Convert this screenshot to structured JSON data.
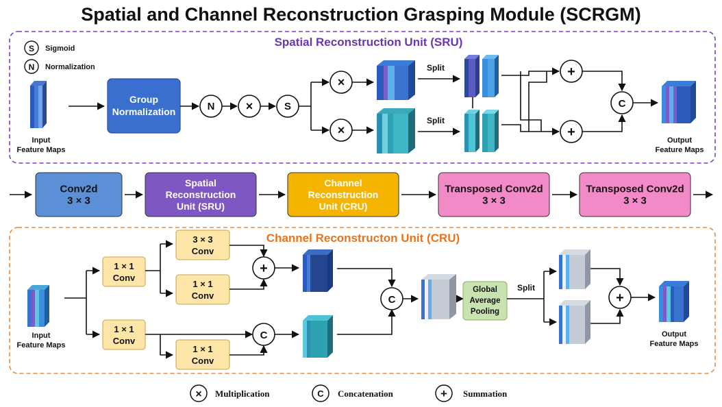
{
  "title": "Spatial and Channel Reconstruction Grasping Module (SCRGM)",
  "sru": {
    "title": "Spatial Reconstruction Unit (SRU)",
    "legend_sigmoid": "Sigmoid",
    "legend_norm": "Normalization",
    "input_label_1": "Input",
    "input_label_2": "Feature Maps",
    "group_norm_1": "Group",
    "group_norm_2": "Normalization",
    "op_n": "N",
    "op_mul": "×",
    "op_s": "S",
    "op_c": "C",
    "op_plus": "+",
    "split_1": "Split",
    "split_2": "Split",
    "output_label_1": "Output",
    "output_label_2": "Feature Maps",
    "border_color": "#7b3fc4"
  },
  "pipeline": [
    {
      "line1": "Conv2d",
      "line2": "3 × 3",
      "line3": "",
      "color": "#5b8fd6"
    },
    {
      "line1": "Spatial",
      "line2": "Reconstruction",
      "line3": "Unit (SRU)",
      "color": "#7e57c2"
    },
    {
      "line1": "Channel",
      "line2": "Reconstruction",
      "line3": "Unit (CRU)",
      "color": "#f5b400"
    },
    {
      "line1": "Transposed Conv2d",
      "line2": "3 × 3",
      "line3": "",
      "color": "#f28ac8"
    },
    {
      "line1": "Transposed Conv2d",
      "line2": "3 × 3",
      "line3": "",
      "color": "#f28ac8"
    }
  ],
  "cru": {
    "title": "Channel Reconstructon Unit (CRU)",
    "input_label_1": "Input",
    "input_label_2": "Feature Maps",
    "conv_top_1": "1 × 1",
    "conv_top_2": "Conv",
    "conv_3x3_1": "3 × 3",
    "conv_3x3_2": "Conv",
    "conv_mid_1": "1 × 1",
    "conv_mid_2": "Conv",
    "conv_bot_1": "1 × 1",
    "conv_bot_2": "Conv",
    "conv_bot2_1": "1 × 1",
    "conv_bot2_2": "Conv",
    "gap_1": "Global",
    "gap_2": "Average",
    "gap_3": "Pooling",
    "split": "Split",
    "op_plus": "+",
    "op_c": "C",
    "output_label_1": "Output",
    "output_label_2": "Feature Maps",
    "border_color": "#f08a3c"
  },
  "legend": {
    "mul_symbol": "×",
    "mul_label": "Multiplication",
    "cat_symbol": "C",
    "cat_label": "Concatenation",
    "sum_symbol": "+",
    "sum_label": "Summation"
  }
}
